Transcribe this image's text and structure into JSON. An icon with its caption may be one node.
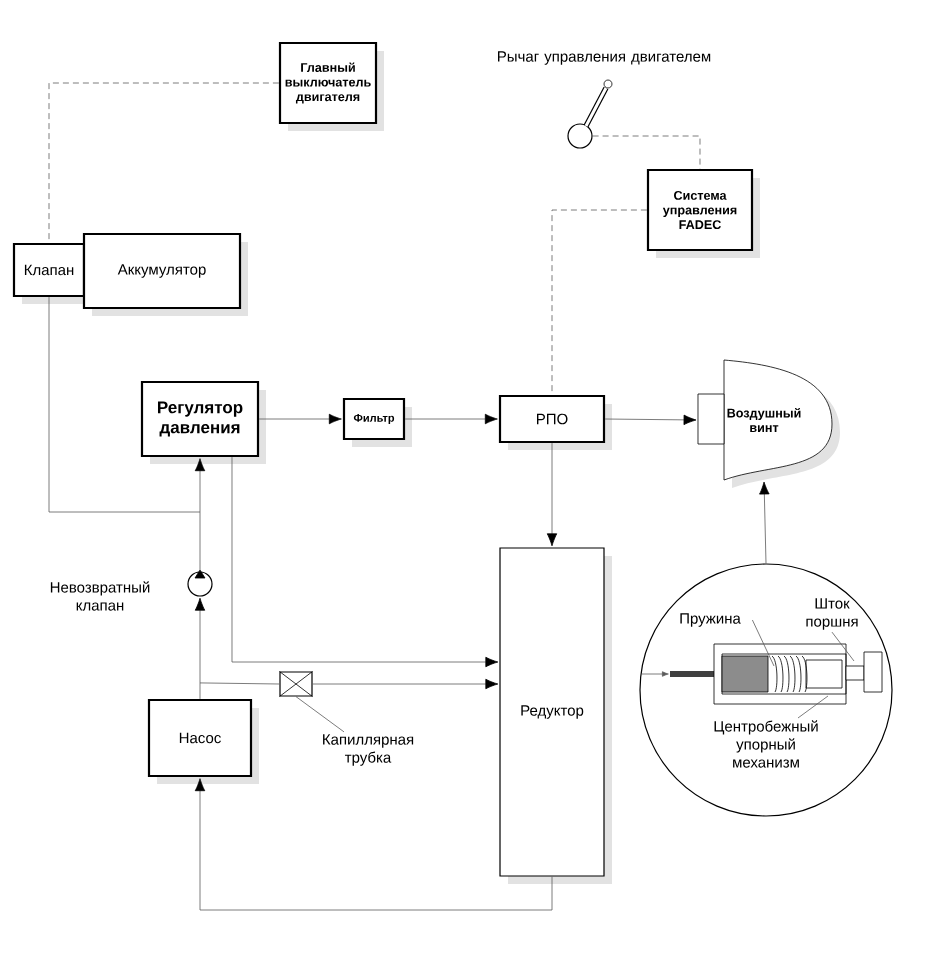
{
  "diagram": {
    "nodes": [
      {
        "text": [
          "Главный выключатель двигателя"
        ]
      },
      {
        "text": [],
        "shape": "lever",
        "beside": [
          "Рычаг управления двигателем"
        ]
      },
      {
        "text": [
          "Система управления FADEC"
        ]
      },
      {
        "text": [
          "Клапан"
        ]
      },
      {
        "text": [
          "Аккумулятор"
        ]
      },
      {
        "text": [
          "Регулятор давления"
        ]
      },
      {
        "text": [
          "Фильтр"
        ]
      },
      {
        "text": [
          "РПО"
        ]
      },
      {
        "text": [
          "Воздушный винт"
        ]
      },
      {
        "text": [],
        "shape": "circle",
        "beside": [
          "Невозвратный клапан"
        ]
      },
      {
        "text": [
          "Редуктор"
        ]
      },
      {
        "text": [
          "Насос"
        ]
      },
      {
        "text": [],
        "shape": "box"
      },
      {
        "text": [
          "Капиллярная трубка"
        ]
      },
      {
        "text": [],
        "shape": "circle"
      },
      {
        "text": [
          "Пружина"
        ],
        "in": 14
      },
      {
        "text": [
          "Шток поршня"
        ],
        "in": 14
      },
      {
        "text": [
          "Центробежный упорный механизм"
        ],
        "in": 14
      }
    ],
    "edges": [
      {
        "from": 0,
        "to": 3,
        "arrow": "none",
        "style": "dashed"
      },
      {
        "from": 1,
        "to": 2,
        "arrow": "none",
        "style": "dashed"
      },
      {
        "from": 2,
        "to": 7,
        "arrow": "none",
        "style": "dashed"
      },
      {
        "from": 3,
        "to": 5,
        "arrow": "to"
      },
      {
        "from": 11,
        "to": 9,
        "arrow": "to"
      },
      {
        "from": 9,
        "to": 5,
        "arrow": "to"
      },
      {
        "from": 5,
        "to": 6,
        "arrow": "to"
      },
      {
        "from": 6,
        "to": 7,
        "arrow": "to"
      },
      {
        "from": 7,
        "to": 8,
        "arrow": "to"
      },
      {
        "from": 7,
        "to": 10,
        "arrow": "to"
      },
      {
        "from": 5,
        "to": 10,
        "arrow": "to"
      },
      {
        "from": 11,
        "to": 12,
        "arrow": "none"
      },
      {
        "from": 12,
        "to": 10,
        "arrow": "to"
      },
      {
        "from": 10,
        "to": 11,
        "arrow": "to"
      },
      {
        "from": 14,
        "to": 8,
        "arrow": "to"
      },
      {
        "from": 13,
        "to": 12,
        "arrow": "none"
      },
      {
        "from": 15,
        "to": null,
        "arrow": "none"
      },
      {
        "from": 16,
        "to": null,
        "arrow": "none"
      },
      {
        "from": 17,
        "to": null,
        "arrow": "none"
      }
    ]
  }
}
